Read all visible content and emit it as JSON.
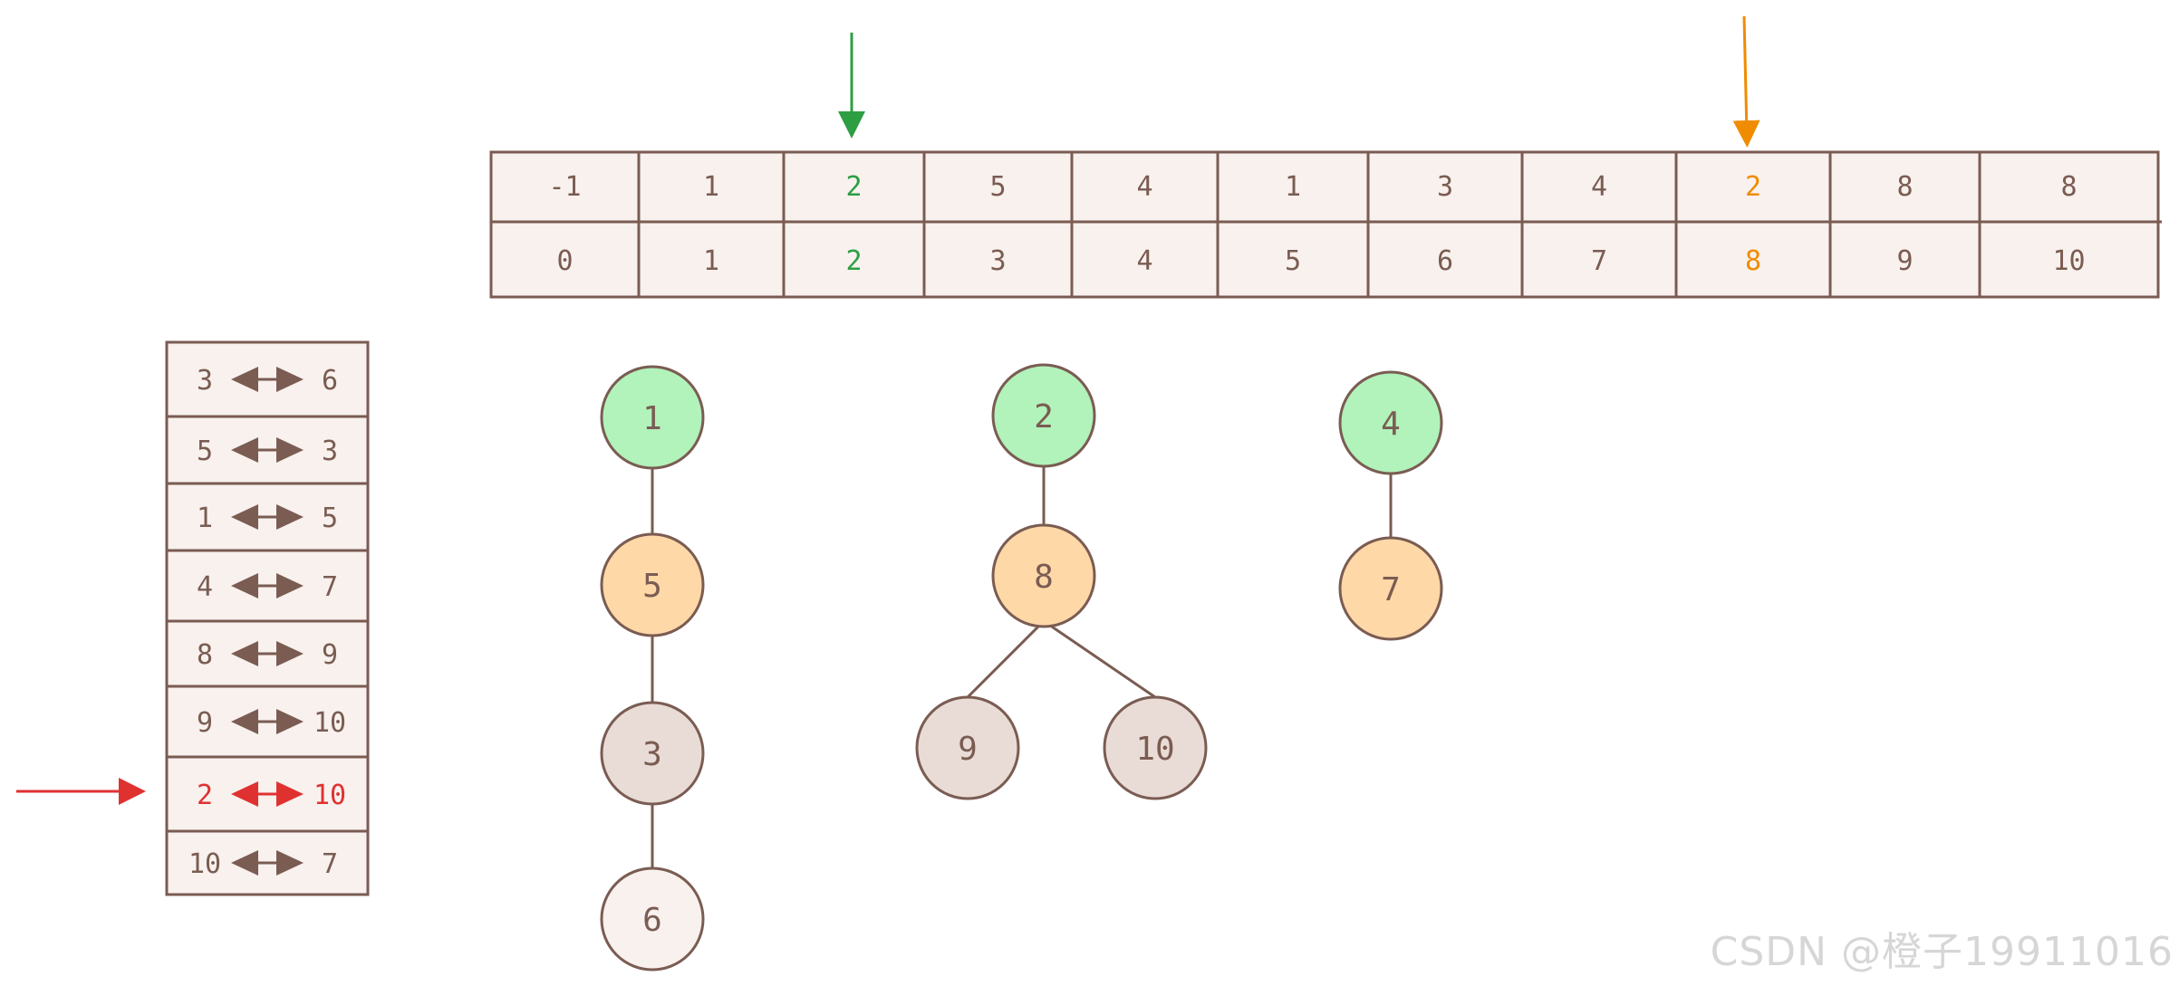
{
  "colors": {
    "stroke": "#7a5c52",
    "cell_fill": "#f8f1ee",
    "text": "#7a5c52",
    "green": "#2e9e43",
    "orange": "#f08c00",
    "red": "#e03131",
    "node_green": "#b2f2bb",
    "node_orange": "#ffd8a8",
    "node_gray": "#e9dcd7",
    "node_light": "#f8f1ee",
    "arrow_brown": "#7a5c52"
  },
  "parent_array": {
    "parents": [
      "-1",
      "1",
      "2",
      "5",
      "4",
      "1",
      "3",
      "4",
      "2",
      "8",
      "8"
    ],
    "indices": [
      "0",
      "1",
      "2",
      "3",
      "4",
      "5",
      "6",
      "7",
      "8",
      "9",
      "10"
    ],
    "highlight_green_index": 2,
    "highlight_orange_index": 8
  },
  "edge_list": {
    "edges": [
      {
        "a": "3",
        "b": "6",
        "active": false
      },
      {
        "a": "5",
        "b": "3",
        "active": false
      },
      {
        "a": "1",
        "b": "5",
        "active": false
      },
      {
        "a": "4",
        "b": "7",
        "active": false
      },
      {
        "a": "8",
        "b": "9",
        "active": false
      },
      {
        "a": "9",
        "b": "10",
        "active": false
      },
      {
        "a": "2",
        "b": "10",
        "active": true
      },
      {
        "a": "10",
        "b": "7",
        "active": false
      }
    ]
  },
  "trees": {
    "nodes": [
      {
        "id": "n1",
        "label": "1",
        "kind": "green"
      },
      {
        "id": "n5",
        "label": "5",
        "kind": "orange"
      },
      {
        "id": "n3",
        "label": "3",
        "kind": "gray"
      },
      {
        "id": "n6",
        "label": "6",
        "kind": "light"
      },
      {
        "id": "n2",
        "label": "2",
        "kind": "green"
      },
      {
        "id": "n8",
        "label": "8",
        "kind": "orange"
      },
      {
        "id": "n9",
        "label": "9",
        "kind": "gray"
      },
      {
        "id": "n10",
        "label": "10",
        "kind": "gray"
      },
      {
        "id": "n4",
        "label": "4",
        "kind": "green"
      },
      {
        "id": "n7",
        "label": "7",
        "kind": "orange"
      }
    ],
    "links": [
      [
        "n1",
        "n5"
      ],
      [
        "n5",
        "n3"
      ],
      [
        "n3",
        "n6"
      ],
      [
        "n2",
        "n8"
      ],
      [
        "n8",
        "n9"
      ],
      [
        "n8",
        "n10"
      ],
      [
        "n4",
        "n7"
      ]
    ]
  },
  "watermark": "CSDN @橙子19911016"
}
